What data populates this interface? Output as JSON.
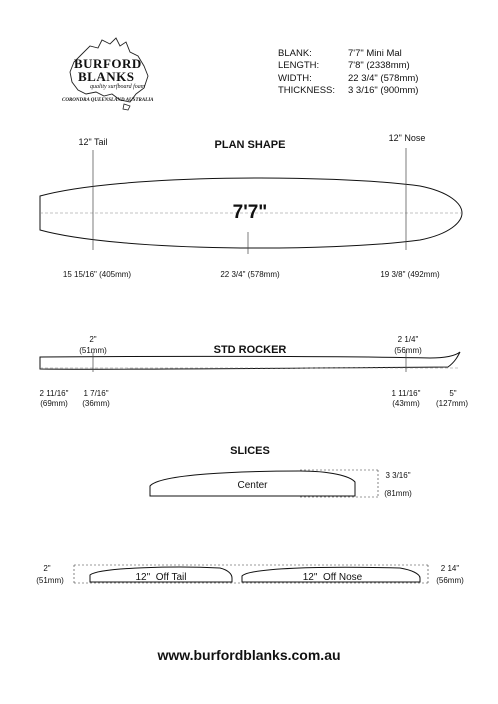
{
  "logo": {
    "brand_line1": "BURFORD",
    "brand_line2": "BLANKS",
    "tagline": "quality surfboard foam",
    "location": "CORONDRA QUEENSLAND AUSTRALIA"
  },
  "specs": [
    {
      "label": "BLANK:",
      "value": "7'7\" Mini Mal"
    },
    {
      "label": "LENGTH:",
      "value": "7'8\" (2338mm)"
    },
    {
      "label": "WIDTH:",
      "value": "22 3/4\" (578mm)"
    },
    {
      "label": "THICKNESS:",
      "value": "3 3/16\" (900mm)"
    }
  ],
  "plan": {
    "heading": "PLAN SHAPE",
    "board_label": "7'7\"",
    "tail_marker": "12\" Tail",
    "nose_marker": "12\" Nose",
    "tail_width": "15 15/16\" (405mm)",
    "center_width": "22 3/4\" (578mm)",
    "nose_width": "19 3/8\" (492mm)"
  },
  "rocker": {
    "heading": "STD ROCKER",
    "top_left_in": "2\"",
    "top_left_mm": "(51mm)",
    "top_right_in": "2 1/4\"",
    "top_right_mm": "(56mm)",
    "tail_end_in": "2 11/16\"",
    "tail_end_mm": "(69mm)",
    "tail_12_in": "1 7/16\"",
    "tail_12_mm": "(36mm)",
    "nose_12_in": "1 11/16\"",
    "nose_12_mm": "(43mm)",
    "nose_end_in": "5\"",
    "nose_end_mm": "(127mm)"
  },
  "slices": {
    "heading": "SLICES",
    "center_label": "Center",
    "center_in": "3 3/16\"",
    "center_mm": "(81mm)",
    "off_tail_label": "12\"  Off Tail",
    "off_tail_in": "2\"",
    "off_tail_mm": "(51mm)",
    "off_nose_label": "12\"  Off Nose",
    "off_nose_in": "2 14\"",
    "off_nose_mm": "(56mm)"
  },
  "footer": {
    "url": "www.burfordblanks.com.au"
  }
}
